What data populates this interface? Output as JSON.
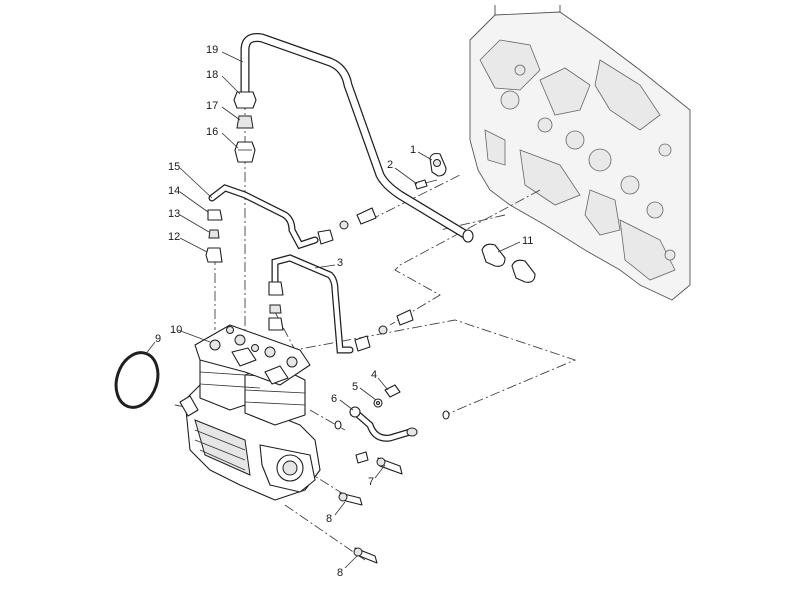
{
  "callouts": [
    {
      "id": "c19",
      "label": "19"
    },
    {
      "id": "c18",
      "label": "18"
    },
    {
      "id": "c17",
      "label": "17"
    },
    {
      "id": "c16",
      "label": "16"
    },
    {
      "id": "c15",
      "label": "15"
    },
    {
      "id": "c14",
      "label": "14"
    },
    {
      "id": "c13",
      "label": "13"
    },
    {
      "id": "c12",
      "label": "12"
    },
    {
      "id": "c1",
      "label": "1"
    },
    {
      "id": "c2",
      "label": "2"
    },
    {
      "id": "c3",
      "label": "3"
    },
    {
      "id": "c11",
      "label": "11"
    },
    {
      "id": "c10",
      "label": "10"
    },
    {
      "id": "c9",
      "label": "9"
    },
    {
      "id": "c4",
      "label": "4"
    },
    {
      "id": "c5",
      "label": "5"
    },
    {
      "id": "c6",
      "label": "6"
    },
    {
      "id": "c7",
      "label": "7"
    },
    {
      "id": "c8a",
      "label": "8"
    },
    {
      "id": "c8b",
      "label": "8"
    }
  ]
}
